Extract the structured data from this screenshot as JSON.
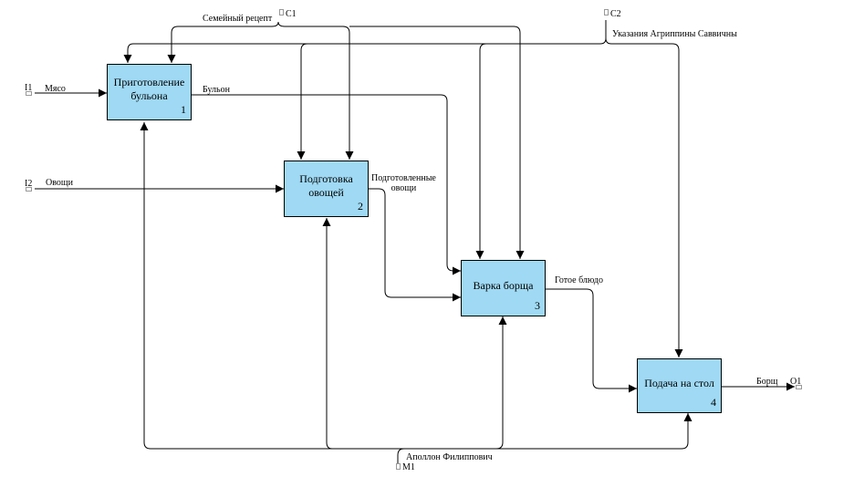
{
  "boxes": [
    {
      "id": "1",
      "title": "Приготовление бульона"
    },
    {
      "id": "2",
      "title": "Подготовка овощей"
    },
    {
      "id": "3",
      "title": "Варка борща"
    },
    {
      "id": "4",
      "title": "Подача на стол"
    }
  ],
  "inputs": {
    "i1": {
      "code": "I1",
      "label": "Мясо"
    },
    "i2": {
      "code": "I2",
      "label": "Овощи"
    }
  },
  "controls": {
    "c1": {
      "code": "C1",
      "label": "Семейный рецепт"
    },
    "c2": {
      "code": "C2",
      "label": "Указания Агриппины Саввичны"
    }
  },
  "mechanisms": {
    "m1": {
      "code": "M1",
      "label": "Аполлон Филиппович"
    }
  },
  "outputs": {
    "o1": {
      "code": "O1",
      "label": "Борщ"
    }
  },
  "flows": {
    "broth": "Бульон",
    "prepared_veg": "Подготовленные\nовощи",
    "ready_dish": "Готое блюдо"
  }
}
